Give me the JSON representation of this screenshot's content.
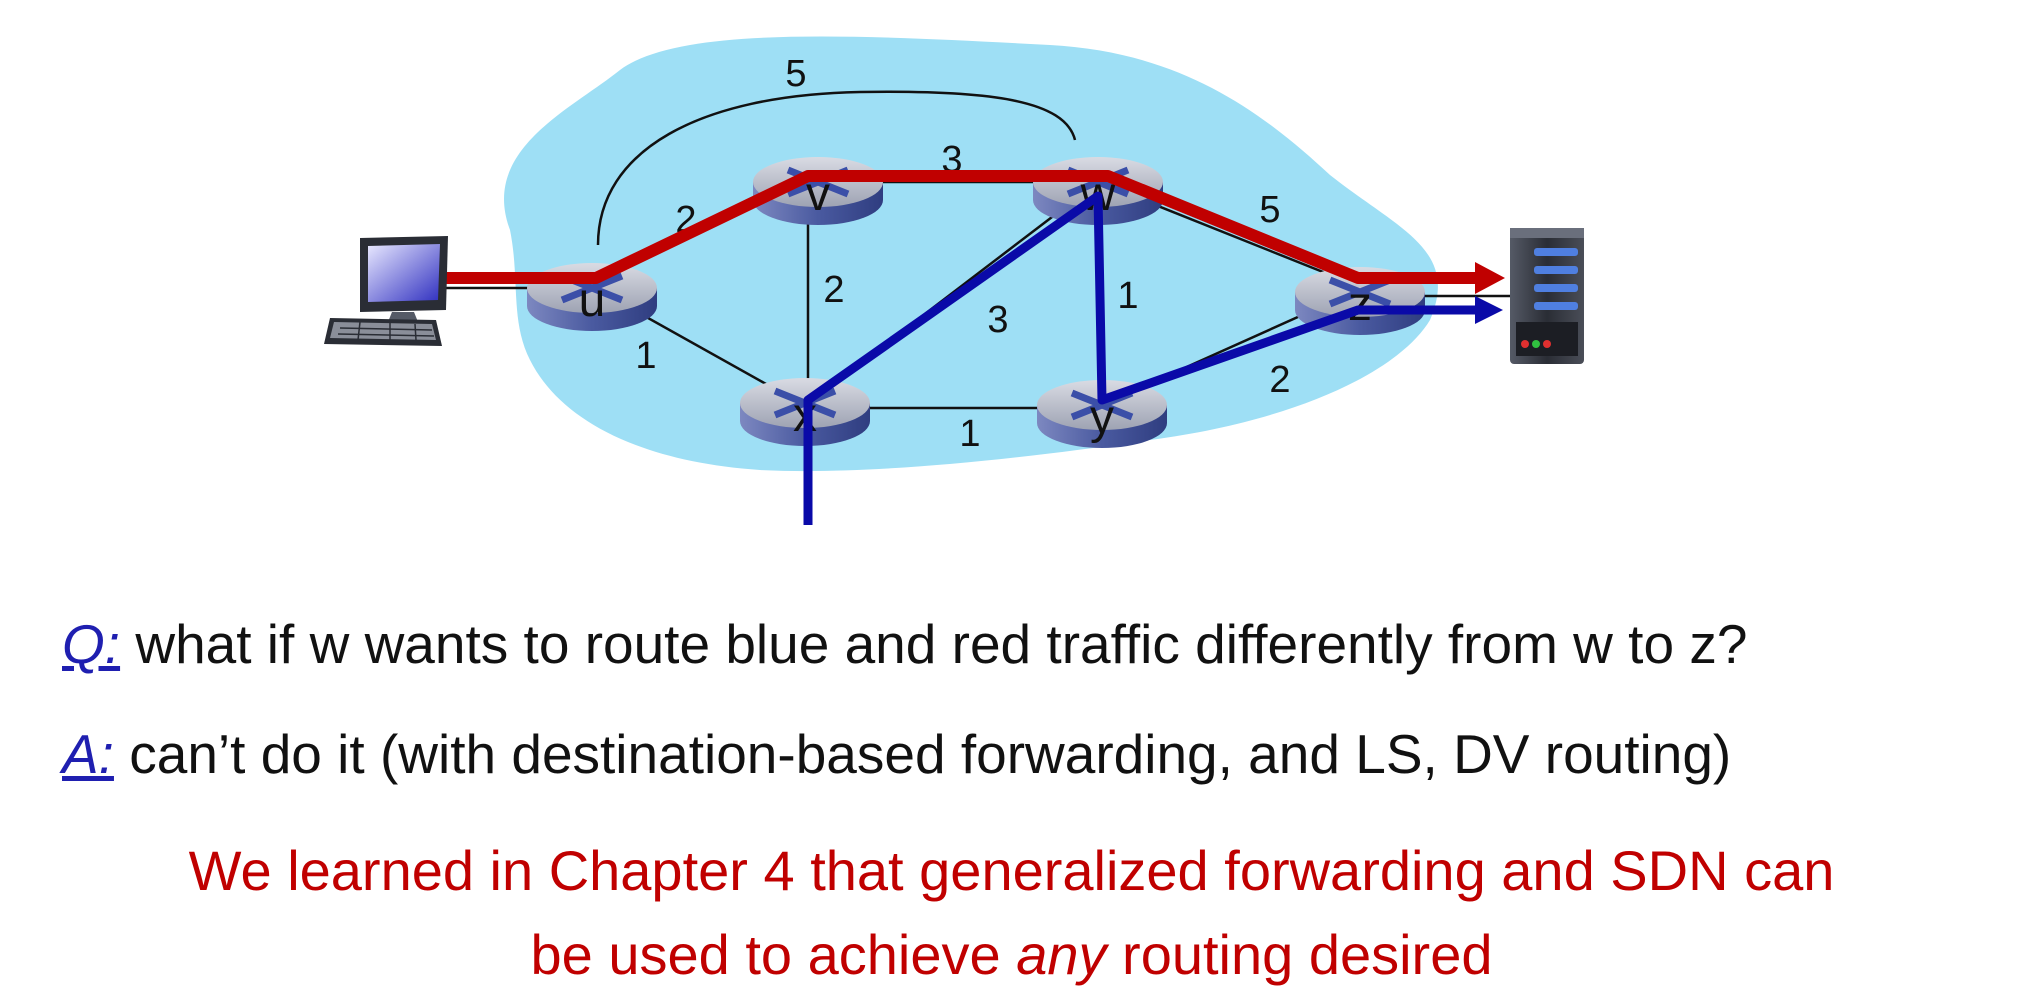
{
  "network": {
    "nodes": [
      {
        "id": "u",
        "label": "u"
      },
      {
        "id": "v",
        "label": "v"
      },
      {
        "id": "w",
        "label": "w"
      },
      {
        "id": "x",
        "label": "x"
      },
      {
        "id": "y",
        "label": "y"
      },
      {
        "id": "z",
        "label": "z"
      }
    ],
    "links": [
      {
        "from": "u",
        "to": "w",
        "weight": "5"
      },
      {
        "from": "u",
        "to": "v",
        "weight": "2"
      },
      {
        "from": "v",
        "to": "w",
        "weight": "3"
      },
      {
        "from": "w",
        "to": "z",
        "weight": "5"
      },
      {
        "from": "v",
        "to": "x",
        "weight": "2"
      },
      {
        "from": "x",
        "to": "w",
        "weight": "3"
      },
      {
        "from": "w",
        "to": "y",
        "weight": "1"
      },
      {
        "from": "u",
        "to": "x",
        "weight": "1"
      },
      {
        "from": "x",
        "to": "y",
        "weight": "1"
      },
      {
        "from": "y",
        "to": "z",
        "weight": "2"
      }
    ],
    "red_path": [
      "host",
      "u",
      "v",
      "w",
      "z",
      "server"
    ],
    "blue_path": [
      "below-x",
      "x",
      "w",
      "y",
      "z",
      "server"
    ],
    "colors": {
      "cloud": "#9edff5",
      "red_traffic": "#c00000",
      "blue_traffic": "#0a0aa8",
      "router_top": "#b9bdc9",
      "router_side": "#5a6aa8",
      "router_x": "#3b4fa8"
    }
  },
  "question": {
    "prefix": "Q:",
    "text": " what if w wants to route blue and red traffic differently from w to z?"
  },
  "answer": {
    "prefix": "A:",
    "text": " can’t do it (with destination-based forwarding, and LS, DV routing)"
  },
  "note": {
    "line1": "We learned in Chapter 4 that generalized forwarding and SDN can",
    "line2_before": "be used to achieve ",
    "line2_em": "any",
    "line2_after": " routing desired"
  }
}
